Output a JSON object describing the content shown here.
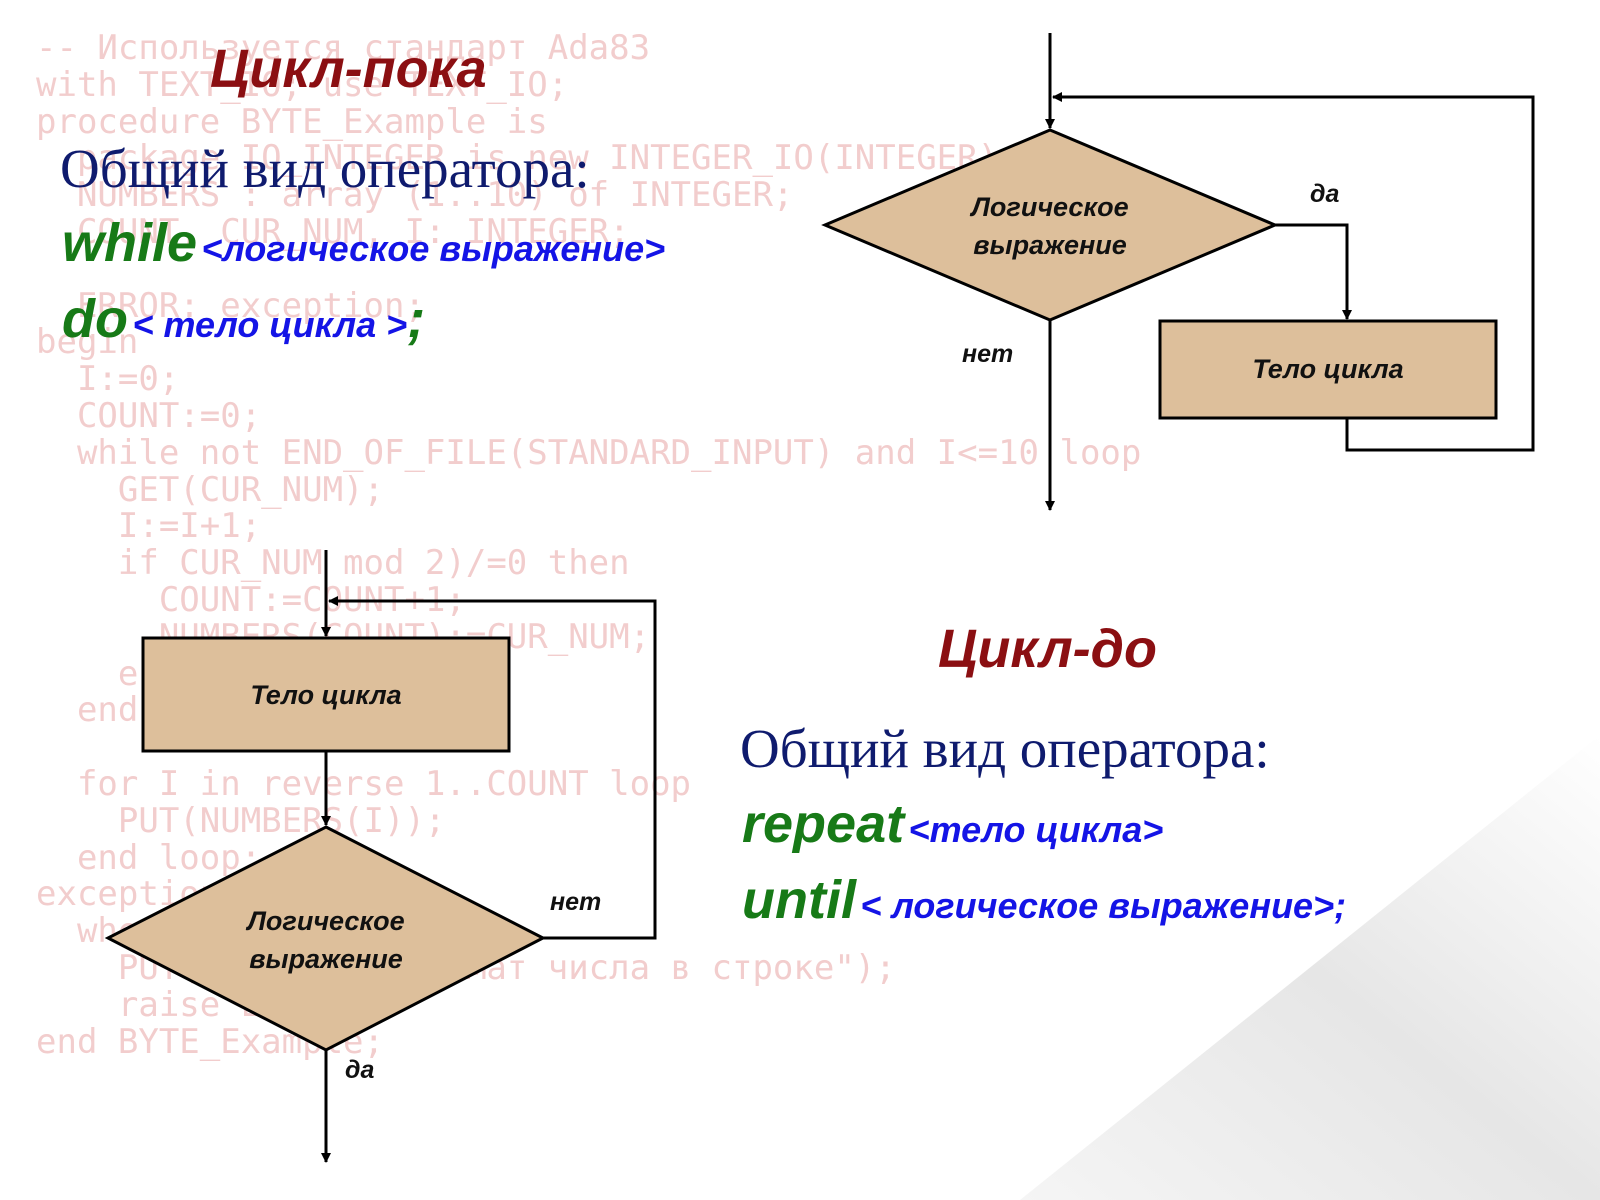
{
  "background_code": "-- Используется стандарт Ada83\nwith TEXT_IO; use TEXT_IO;\nprocedure BYTE_Example is\n  package IO_INTEGER is new INTEGER_IO(INTEGER);\n  NUMBERS : array (1..10) of INTEGER;\n  COUNT, CUR_NUM, I: INTEGER;\n\n  ERROR: exception;\nbegin\n  I:=0;\n  COUNT:=0;\n  while not END_OF_FILE(STANDARD_INPUT) and I<=10 loop\n    GET(CUR_NUM);\n    I:=I+1;\n    if CUR_NUM mod 2)/=0 then\n      COUNT:=COUNT+1;\n      NUMBERS(COUNT):=CUR_NUM;\n    end if;\n  end loop;\n\n  for I in reverse 1..COUNT loop\n    PUT(NUMBERS(I));\n  end loop;\nexception\n  when DATA_ERROR =>\n    PUT(\"Неверный формат числа в строке\");\n    raise ERROR;\nend BYTE_Example;",
  "while_section": {
    "title": "Цикл-пока",
    "subtitle": "Общий вид оператора:",
    "kw_while": "while",
    "arg_condition": "<логическое выражение>",
    "kw_do": "do",
    "arg_body": "< тело цикла >",
    "terminator": ";"
  },
  "while_flowchart": {
    "decision_line1": "Логическое",
    "decision_line2": "выражение",
    "yes_label": "да",
    "no_label": "нет",
    "body_label": "Тело цикла"
  },
  "repeat_section": {
    "title": "Цикл-до",
    "subtitle": "Общий вид оператора:",
    "kw_repeat": "repeat",
    "arg_body": "<тело цикла>",
    "kw_until": "until",
    "arg_condition": "< логическое выражение>;"
  },
  "repeat_flowchart": {
    "body_label": "Тело цикла",
    "decision_line1": "Логическое",
    "decision_line2": "выражение",
    "no_label": "нет",
    "yes_label": "да"
  },
  "colors": {
    "shape_fill": "#ddbf9b",
    "heading": "#8b0f12",
    "keyword": "#177a17",
    "argument": "#1414e6",
    "subtitle": "#0f1b6e"
  }
}
